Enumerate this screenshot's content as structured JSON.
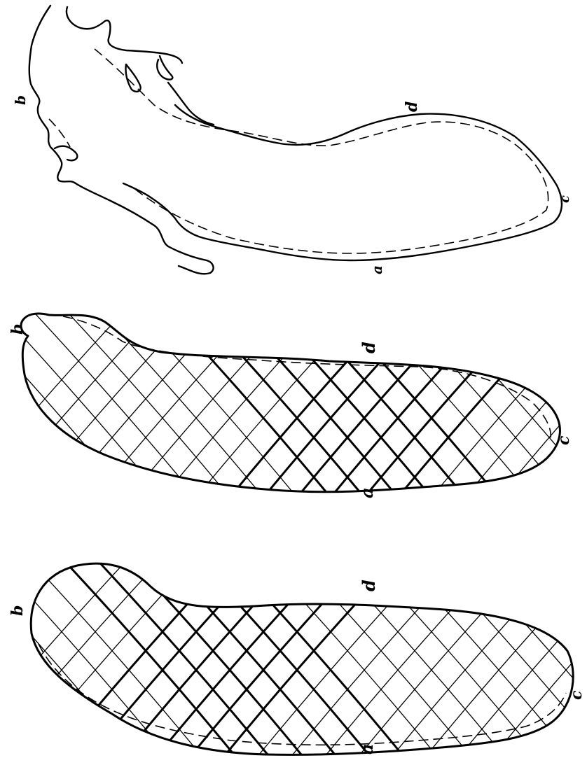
{
  "figure": {
    "panels": [
      {
        "id": "upper",
        "labels": {
          "a": "a",
          "b": "b",
          "c": "c",
          "d": "d"
        }
      },
      {
        "id": "middle",
        "labels": {
          "a": "a",
          "b": "b",
          "c": "c",
          "d": "d"
        }
      },
      {
        "id": "lower",
        "labels": {
          "a": "a",
          "b": "b",
          "c": "c",
          "d": "d"
        }
      }
    ]
  }
}
